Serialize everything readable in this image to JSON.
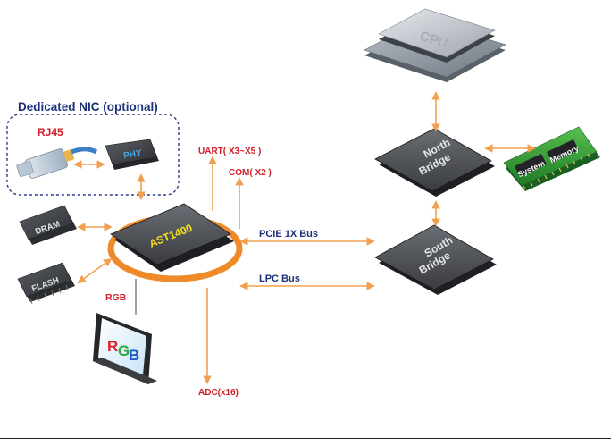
{
  "nic_group": {
    "title": "Dedicated NIC (optional)"
  },
  "labels": {
    "rj45": "RJ45",
    "phy": "PHY",
    "dram": "DRAM",
    "flash": "FLASH",
    "ast": "AST1400",
    "uart": "UART( X3~X5 )",
    "com": "COM( X2 )",
    "pcie": "PCIE 1X Bus",
    "lpc": "LPC Bus",
    "rgb_label": "RGB",
    "monitor_r": "R",
    "monitor_g": "G",
    "monitor_b": "B",
    "adc": "ADC(x16)",
    "north_1": "North",
    "north_2": "Bridge",
    "south_1": "South",
    "south_2": "Bridge",
    "cpu": "CPU",
    "mem_1": "System",
    "mem_2": "Memory"
  },
  "colors": {
    "arrow": "#f0a050",
    "red_label": "#d0202a",
    "navy_label": "#1b2f7a",
    "ring": "#ee8a2a",
    "chip_dark": "#3b3d42",
    "ast_text": "#f6e21a",
    "phy_text": "#48a8e8",
    "pcb_green": "#2f9a3a"
  }
}
